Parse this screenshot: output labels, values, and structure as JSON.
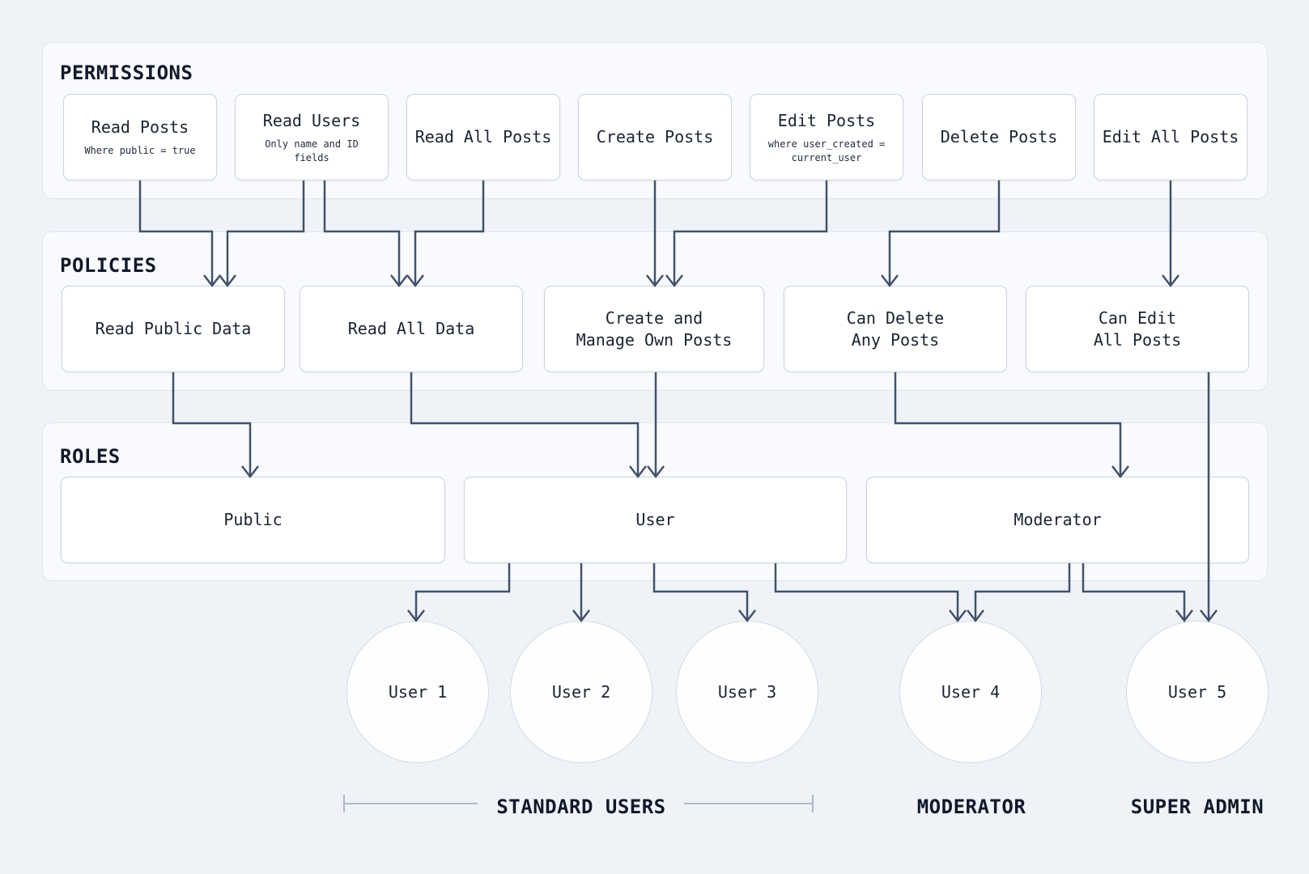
{
  "colors": {
    "background": "#eff3f8",
    "container_fill": "#f9fafd",
    "container_border": "#e0e6ef",
    "node_fill": "#ffffff",
    "node_border": "#ccd4e0",
    "connector": "#42526b",
    "bracket": "#a9bacf",
    "text": "#16202e"
  },
  "sections": {
    "permissions": {
      "title": "PERMISSIONS",
      "boxes": [
        {
          "label": "Read Posts",
          "sublabel": "Where public = true"
        },
        {
          "label": "Read Users",
          "sublabel": "Only name and ID fields"
        },
        {
          "label": "Read All Posts"
        },
        {
          "label": "Create Posts"
        },
        {
          "label": "Edit Posts",
          "sublabel": "where user_created = current_user"
        },
        {
          "label": "Delete Posts"
        },
        {
          "label": "Edit All Posts"
        }
      ]
    },
    "policies": {
      "title": "POLICIES",
      "boxes": [
        {
          "label": "Read Public Data"
        },
        {
          "label": "Read All Data"
        },
        {
          "label": "Create and\nManage Own Posts"
        },
        {
          "label": "Can Delete\nAny Posts"
        },
        {
          "label": "Can Edit\nAll Posts"
        }
      ]
    },
    "roles": {
      "title": "ROLES",
      "boxes": [
        {
          "label": "Public"
        },
        {
          "label": "User"
        },
        {
          "label": "Moderator"
        }
      ]
    }
  },
  "users": [
    {
      "label": "User 1"
    },
    {
      "label": "User 2"
    },
    {
      "label": "User 3"
    },
    {
      "label": "User 4"
    },
    {
      "label": "User 5"
    }
  ],
  "groups": [
    {
      "label": "STANDARD USERS"
    },
    {
      "label": "MODERATOR"
    },
    {
      "label": "SUPER ADMIN"
    }
  ],
  "connections": [
    {
      "from": "Read Posts",
      "to": "Read Public Data"
    },
    {
      "from": "Read Users",
      "to": "Read Public Data"
    },
    {
      "from": "Read Users",
      "to": "Read All Data"
    },
    {
      "from": "Read All Posts",
      "to": "Read All Data"
    },
    {
      "from": "Create Posts",
      "to": "Create and Manage Own Posts"
    },
    {
      "from": "Edit Posts",
      "to": "Create and Manage Own Posts"
    },
    {
      "from": "Delete Posts",
      "to": "Can Delete Any Posts"
    },
    {
      "from": "Edit All Posts",
      "to": "Can Edit All Posts"
    },
    {
      "from": "Read Public Data",
      "to": "Public"
    },
    {
      "from": "Read All Data",
      "to": "User"
    },
    {
      "from": "Create and Manage Own Posts",
      "to": "User"
    },
    {
      "from": "Can Delete Any Posts",
      "to": "Moderator"
    },
    {
      "from": "Can Edit All Posts",
      "to": "User 5"
    },
    {
      "from": "User",
      "to": "User 1"
    },
    {
      "from": "User",
      "to": "User 2"
    },
    {
      "from": "User",
      "to": "User 3"
    },
    {
      "from": "User",
      "to": "User 4"
    },
    {
      "from": "Moderator",
      "to": "User 4"
    },
    {
      "from": "Moderator",
      "to": "User 5"
    }
  ]
}
